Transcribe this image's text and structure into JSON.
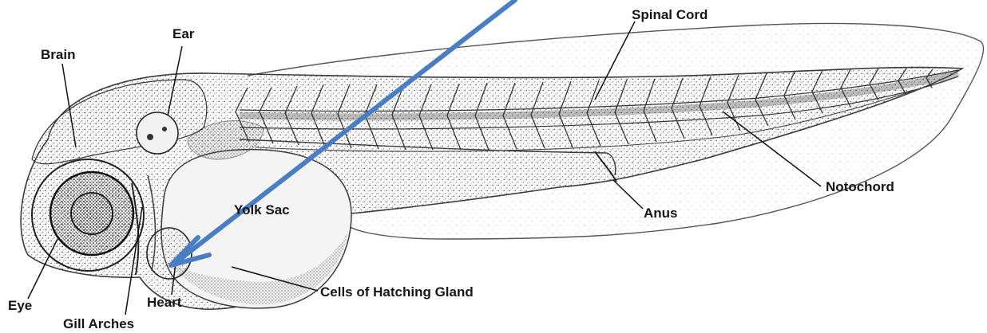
{
  "labels": {
    "spinal_cord": "Spinal Cord",
    "ear": "Ear",
    "brain": "Brain",
    "notochord": "Notochord",
    "yolk_sac": "Yolk Sac",
    "anus": "Anus",
    "cells_hatching_gland": "Cells of Hatching Gland",
    "eye": "Eye",
    "heart": "Heart",
    "gill_arches": "Gill Arches"
  },
  "colors": {
    "arrow": "#4a7ec4",
    "ink": "#1a1a1a",
    "background": "#ffffff"
  },
  "icons": {
    "pointer": "arrow-icon"
  }
}
